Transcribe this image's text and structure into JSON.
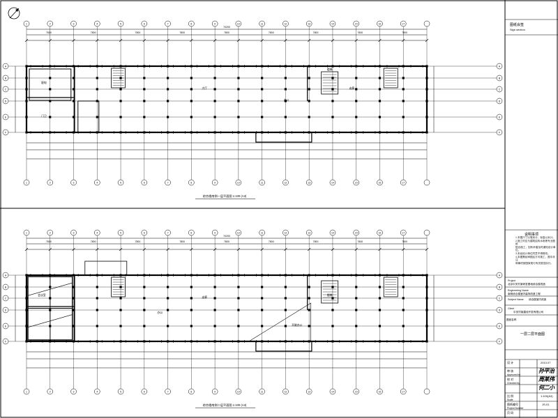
{
  "drawing": {
    "plan1": {
      "title": "综合楼南侧一层平面图 1:100 (A3)",
      "dims_top": [
        "7800",
        "7800",
        "7800",
        "7800",
        "7800",
        "7800",
        "7800",
        "7800",
        "7800"
      ],
      "overall": "70200",
      "room_labels": [
        "配电",
        "门卫",
        "大厅",
        "办公",
        "楼梯",
        "走廊"
      ]
    },
    "plan2": {
      "title": "综合楼南侧二层平面图 1:100 (A3)",
      "dims_top": [
        "7800",
        "7800",
        "7800",
        "7800",
        "7800",
        "7800",
        "7800",
        "7800",
        "7800"
      ],
      "overall": "70200",
      "room_labels": [
        "会议室",
        "办公",
        "走廊",
        "楼梯",
        "开敞办公"
      ]
    },
    "axis_row_labels": [
      "A",
      "B",
      "C",
      "D",
      "E",
      "F"
    ],
    "axis_col_labels": [
      "1",
      "2",
      "3",
      "4",
      "5",
      "6",
      "7",
      "8",
      "9",
      "10",
      "11",
      "12",
      "13",
      "14",
      "15",
      "16",
      "17"
    ]
  },
  "title_block": {
    "header_cn": "图纸会签",
    "header_en": "Sign section",
    "notes_title": "说明事项",
    "notes": [
      "1.本图尺寸以毫米计，标高以米计。",
      "2.施工时应与建筑结构水电等专业图纸",
      "配合施工，如有矛盾及时通知设计单位。",
      "3.未经设计单位同意不得修改。",
      "4.本图需经审图后方可施工，图中未注",
      "明事项按国家现行有关规范执行。"
    ],
    "project_label_en": "Project",
    "project_value": "北京中关村某研发基地综合楼改造",
    "sub_label_en": "Engineering Name",
    "sub_value": "南侧综合楼室内装饰改造工程",
    "client_label_en": "Subject Name",
    "client_value": "综合楼室内改造",
    "owner_label_en": "Client",
    "owner_value": "中关村某建设开发有限公司",
    "sheet_title": "一层二层平面图",
    "sheet_title_label": "图纸名称",
    "rows": [
      {
        "k": "设 计",
        "v": "2013.07"
      },
      {
        "k": "审 核",
        "v": ""
      },
      {
        "k": "Approved by",
        "v": ""
      },
      {
        "k": "校 对",
        "v": ""
      },
      {
        "k": "Checked by",
        "v": ""
      },
      {
        "k": "比 例",
        "v": "1:100(A3)"
      },
      {
        "k": "Scale",
        "v": ""
      },
      {
        "k": "图纸编号",
        "v": "JS-01"
      },
      {
        "k": "Project Number",
        "v": ""
      },
      {
        "k": "页 码",
        "v": ""
      }
    ],
    "signatures": [
      "孙平治",
      "周某伟",
      "何二小"
    ]
  },
  "colors": {
    "line": "#000000",
    "paper": "#ffffff",
    "border": "#000000"
  }
}
